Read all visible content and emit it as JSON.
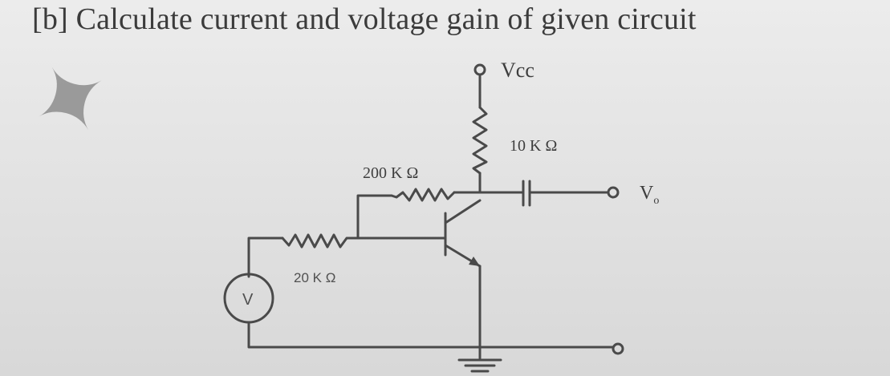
{
  "question": {
    "heading": "[b] Calculate current and voltage gain of given circuit"
  },
  "circuit": {
    "supply_label": "Vcc",
    "collector_resistor_label": "10 K Ω",
    "feedback_resistor_label": "200 K Ω",
    "source_resistor_label": "20 K Ω",
    "source_symbol": "V",
    "output_label": "V",
    "output_subscript": "o"
  }
}
